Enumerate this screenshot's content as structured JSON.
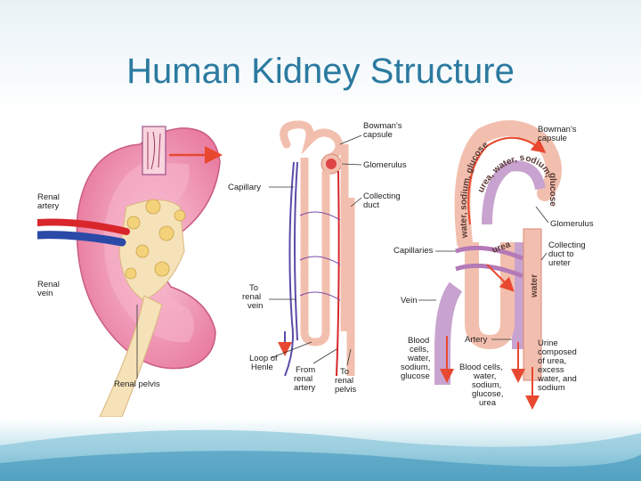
{
  "slide": {
    "title": "Human Kidney Structure"
  },
  "left_panel": {
    "labels": {
      "renal_artery": [
        "Renal",
        "artery"
      ],
      "renal_vein": [
        "Renal",
        "vein"
      ],
      "renal_pelvis": "Renal pelvis"
    }
  },
  "middle_panel": {
    "labels": {
      "bowmans_capsule": [
        "Bowman's",
        "capsule"
      ],
      "glomerulus": "Glomerulus",
      "capillary": "Capillary",
      "collecting_duct": [
        "Collecting",
        "duct"
      ],
      "to_renal_vein": [
        "To",
        "renal",
        "vein"
      ],
      "loop_of_henle": [
        "Loop of",
        "Henle"
      ],
      "from_renal_artery": [
        "From",
        "renal",
        "artery"
      ],
      "to_renal_pelvis": [
        "To",
        "renal",
        "pelvis"
      ]
    }
  },
  "right_panel": {
    "labels": {
      "bowmans_capsule": [
        "Bowman's",
        "capsule"
      ],
      "glomerulus": "Glomerulus",
      "capillaries": "Capillaries",
      "collecting_duct_to_ureter": [
        "Collecting",
        "duct to",
        "ureter"
      ],
      "vein": "Vein",
      "artery": "Artery",
      "blood_cells_left": [
        "Blood",
        "cells,",
        "water,",
        "sodium,",
        "glucose"
      ],
      "blood_cells_right": [
        "Blood cells,",
        "water,",
        "sodium,",
        "glucose,",
        "urea"
      ],
      "urine": [
        "Urine",
        "composed",
        "of urea,",
        "excess",
        "water, and",
        "sodium"
      ]
    },
    "arrow_text": {
      "outer_left": "water, sodium, glucose",
      "inner_arc": "urea, water, sodium,",
      "right_side": "glucose",
      "urea": "urea",
      "water": "water"
    }
  },
  "colors": {
    "title": "#2b7aa0",
    "cortex": "#f2a6c2",
    "pelvis": "#f6e2b8",
    "artery": "#d8262b",
    "vein": "#2b4aa8",
    "tubule": "#f2bfae",
    "arrow": "#e8482f"
  }
}
